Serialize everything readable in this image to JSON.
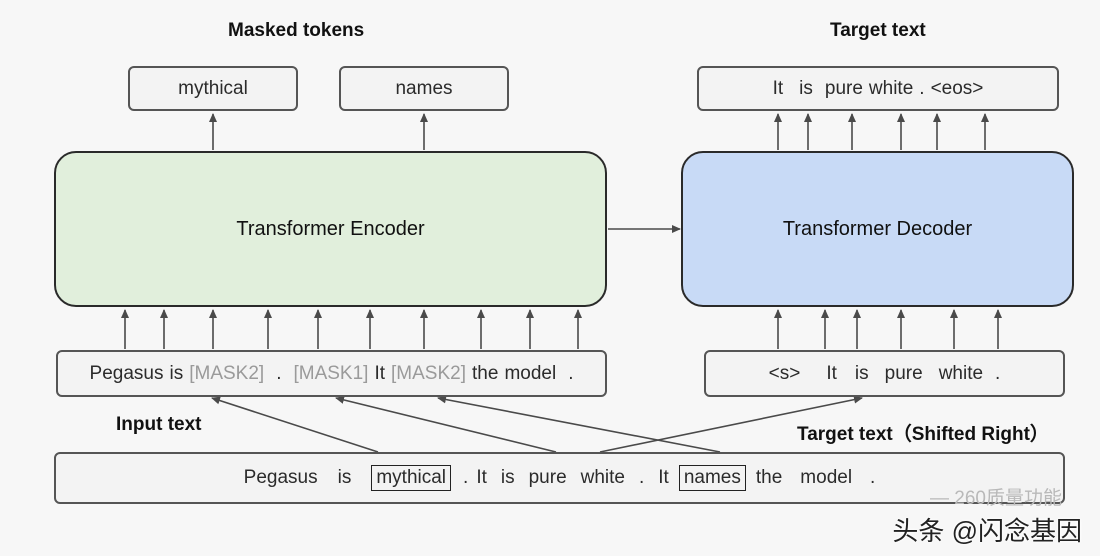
{
  "headings": {
    "masked_tokens": "Masked tokens",
    "target_text": "Target text",
    "input_text": "Input text",
    "target_shifted": "Target text（Shifted Right）"
  },
  "encoder": {
    "label": "Transformer Encoder",
    "color": "#e1efdc"
  },
  "decoder": {
    "label": "Transformer Decoder",
    "color": "#c8daf6"
  },
  "masked_outputs": [
    "mythical",
    "names"
  ],
  "target_output": {
    "tokens": [
      "It",
      "is",
      "pure",
      "white",
      ".",
      "<eos>"
    ]
  },
  "encoder_input": {
    "tokens": [
      "Pegasus",
      "is",
      "[MASK2]",
      ".",
      "[MASK1]",
      "It",
      "[MASK2]",
      "the",
      "model",
      "."
    ]
  },
  "decoder_input": {
    "tokens": [
      "<s>",
      "It",
      "is",
      "pure",
      "white",
      "."
    ]
  },
  "source_sentence": {
    "tokens": [
      "Pegasus",
      "is",
      "mythical",
      ".",
      "It",
      "is",
      "pure",
      "white",
      ".",
      "It",
      "names",
      "the",
      "model",
      "."
    ]
  },
  "watermark": {
    "main": "头条 @闪念基因",
    "faint": "— 260质量功能"
  }
}
